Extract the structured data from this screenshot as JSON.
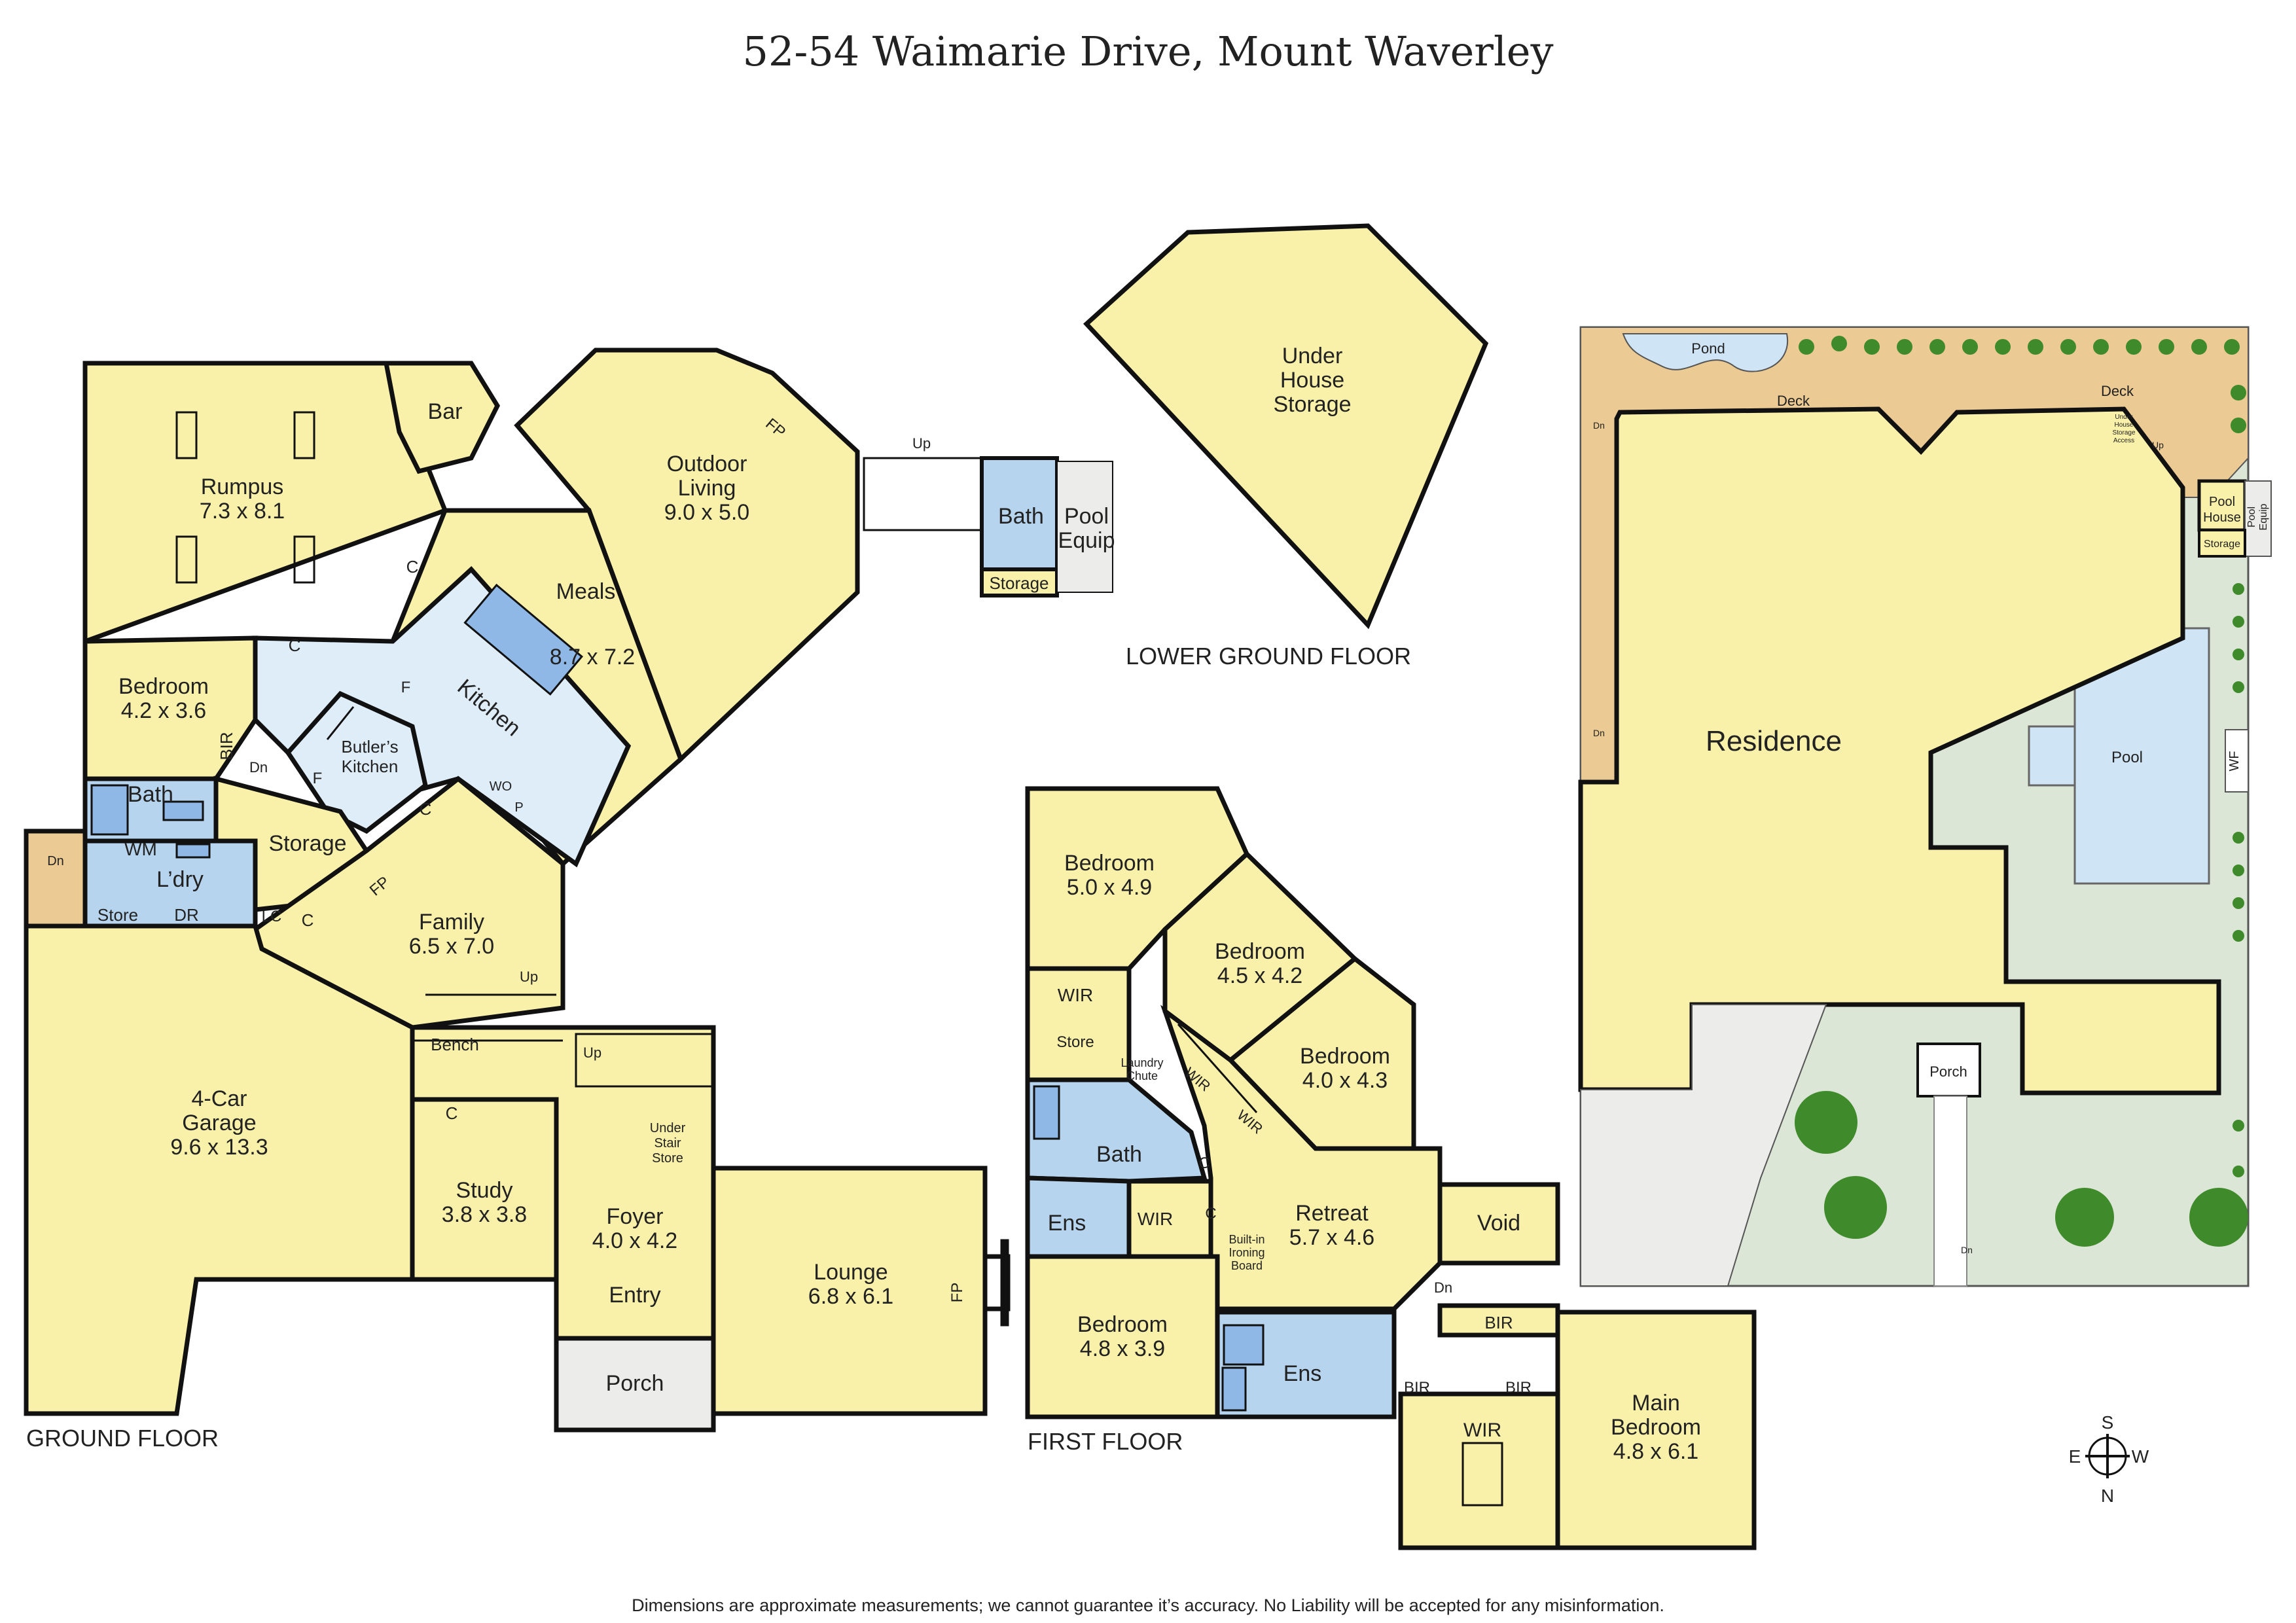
{
  "title": "52-54 Waimarie Drive, Mount Waverley",
  "disclaimer": "Dimensions are approximate measurements; we cannot guarantee it’s accuracy. No Liability will be accepted for any misinformation.",
  "colors": {
    "room": "#f9f1a9",
    "wet": "#b6d4ee",
    "kitchen": "#dfedf8",
    "porch": "#ececea",
    "deck": "#ebca93",
    "garden": "#dbe6d6",
    "wall": "#111111",
    "tree": "#3f8a2a"
  },
  "floors": {
    "ground": "GROUND FLOOR",
    "first": "FIRST FLOOR",
    "lower": "LOWER GROUND FLOOR"
  },
  "ground_rooms": {
    "rumpus": {
      "name": "Rumpus",
      "size": "7.3 x 8.1"
    },
    "bar": "Bar",
    "outdoor_living": {
      "name1": "Outdoor",
      "name2": "Living",
      "size": "9.0 x 5.0"
    },
    "meals": {
      "name": "Meals",
      "size": "8.7 x 7.2"
    },
    "kitchen": "Kitchen",
    "butlers_kitchen": {
      "l1": "Butler’s",
      "l2": "Kitchen"
    },
    "bedroom": {
      "name": "Bedroom",
      "size": "4.2 x 3.6"
    },
    "bir": "BIR",
    "bath": "Bath",
    "wm": "WM",
    "laundry": "L’dry",
    "store": "Store",
    "dr": "DR",
    "storage": "Storage",
    "lc": "LC",
    "family": {
      "name": "Family",
      "size": "6.5 x 7.0"
    },
    "fp": "FP",
    "garage": {
      "l1": "4-Car",
      "l2": "Garage",
      "size": "9.6 x 13.3"
    },
    "bench": "Bench",
    "study": {
      "name": "Study",
      "size": "3.8 x 3.8"
    },
    "foyer": {
      "name": "Foyer",
      "size": "4.0 x 4.2"
    },
    "under_stair": {
      "l1": "Under",
      "l2": "Stair",
      "l3": "Store"
    },
    "entry": "Entry",
    "porch": "Porch",
    "lounge": {
      "name": "Lounge",
      "size": "6.8 x 6.1"
    },
    "c": "C",
    "f": "F",
    "wo": "WO",
    "p": "P",
    "up": "Up",
    "dn": "Dn"
  },
  "outbuilding": {
    "bath": "Bath",
    "pool_equip": {
      "l1": "Pool",
      "l2": "Equip"
    },
    "storage": "Storage",
    "up": "Up"
  },
  "lower_rooms": {
    "under_house_storage": {
      "l1": "Under",
      "l2": "House",
      "l3": "Storage"
    }
  },
  "first_rooms": {
    "bed1": {
      "name": "Bedroom",
      "size": "5.0 x 4.9"
    },
    "bed2": {
      "name": "Bedroom",
      "size": "4.5 x 4.2"
    },
    "bed3": {
      "name": "Bedroom",
      "size": "4.0 x 4.3"
    },
    "bed4": {
      "name": "Bedroom",
      "size": "4.8 x 3.9"
    },
    "wir": "WIR",
    "store": "Store",
    "laundry_chute": {
      "l1": "Laundry",
      "l2": "Chute"
    },
    "bath": "Bath",
    "ens": "Ens",
    "c": "C",
    "retreat": {
      "name": "Retreat",
      "size": "5.7 x 4.6"
    },
    "built_in": {
      "l1": "Built-in",
      "l2": "Ironing",
      "l3": "Board"
    },
    "void": "Void",
    "dn": "Dn",
    "bir": "BIR",
    "main_bedroom": {
      "l1": "Main",
      "l2": "Bedroom",
      "size": "4.8 x 6.1"
    }
  },
  "site": {
    "pond": "Pond",
    "deck": "Deck",
    "under_house_access": {
      "l1": "Under",
      "l2": "House",
      "l3": "Storage",
      "l4": "Access"
    },
    "residence": "Residence",
    "pool": "Pool",
    "pool_house": {
      "l1": "Pool",
      "l2": "House"
    },
    "pool_equip": {
      "l1": "Pool",
      "l2": "Equip"
    },
    "storage": "Storage",
    "wf": "WF",
    "porch": "Porch",
    "dn": "Dn",
    "up": "Up"
  },
  "compass": {
    "n": "N",
    "s": "S",
    "e": "E",
    "w": "W"
  }
}
